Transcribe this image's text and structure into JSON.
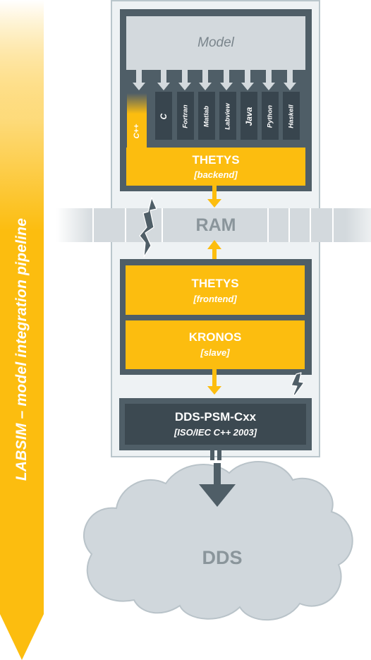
{
  "banner": {
    "label": "LABSIM – model integration pipeline"
  },
  "model": {
    "label": "Model"
  },
  "languages": [
    {
      "id": "c",
      "label": "C"
    },
    {
      "id": "fortran",
      "label": "Fortran"
    },
    {
      "id": "matlab",
      "label": "Matlab"
    },
    {
      "id": "labview",
      "label": "Labview"
    },
    {
      "id": "java",
      "label": "Java"
    },
    {
      "id": "python",
      "label": "Python"
    },
    {
      "id": "haskell",
      "label": "Haskell"
    }
  ],
  "cpp": {
    "label": "C++"
  },
  "backend": {
    "title": "THETYS",
    "subtitle": "[backend]"
  },
  "ram": {
    "label": "RAM"
  },
  "frontend": {
    "title": "THETYS",
    "subtitle": "[frontend]"
  },
  "kronos": {
    "title": "KRONOS",
    "subtitle": "[slave]"
  },
  "psm": {
    "title": "DDS-PSM-Cxx",
    "subtitle": "[ISO/IEC C++ 2003]"
  },
  "dds": {
    "label": "DDS"
  },
  "colors": {
    "accent_yellow": "#fcbd0f",
    "module_slate": "#4f5e67",
    "dark_slate": "#3c4951",
    "light_gray": "#d3d9dd",
    "cloud_gray": "#d0d7dc"
  },
  "icons": [
    "down-arrow-icon",
    "up-arrow-icon",
    "lightning-icon",
    "cloud-icon"
  ]
}
